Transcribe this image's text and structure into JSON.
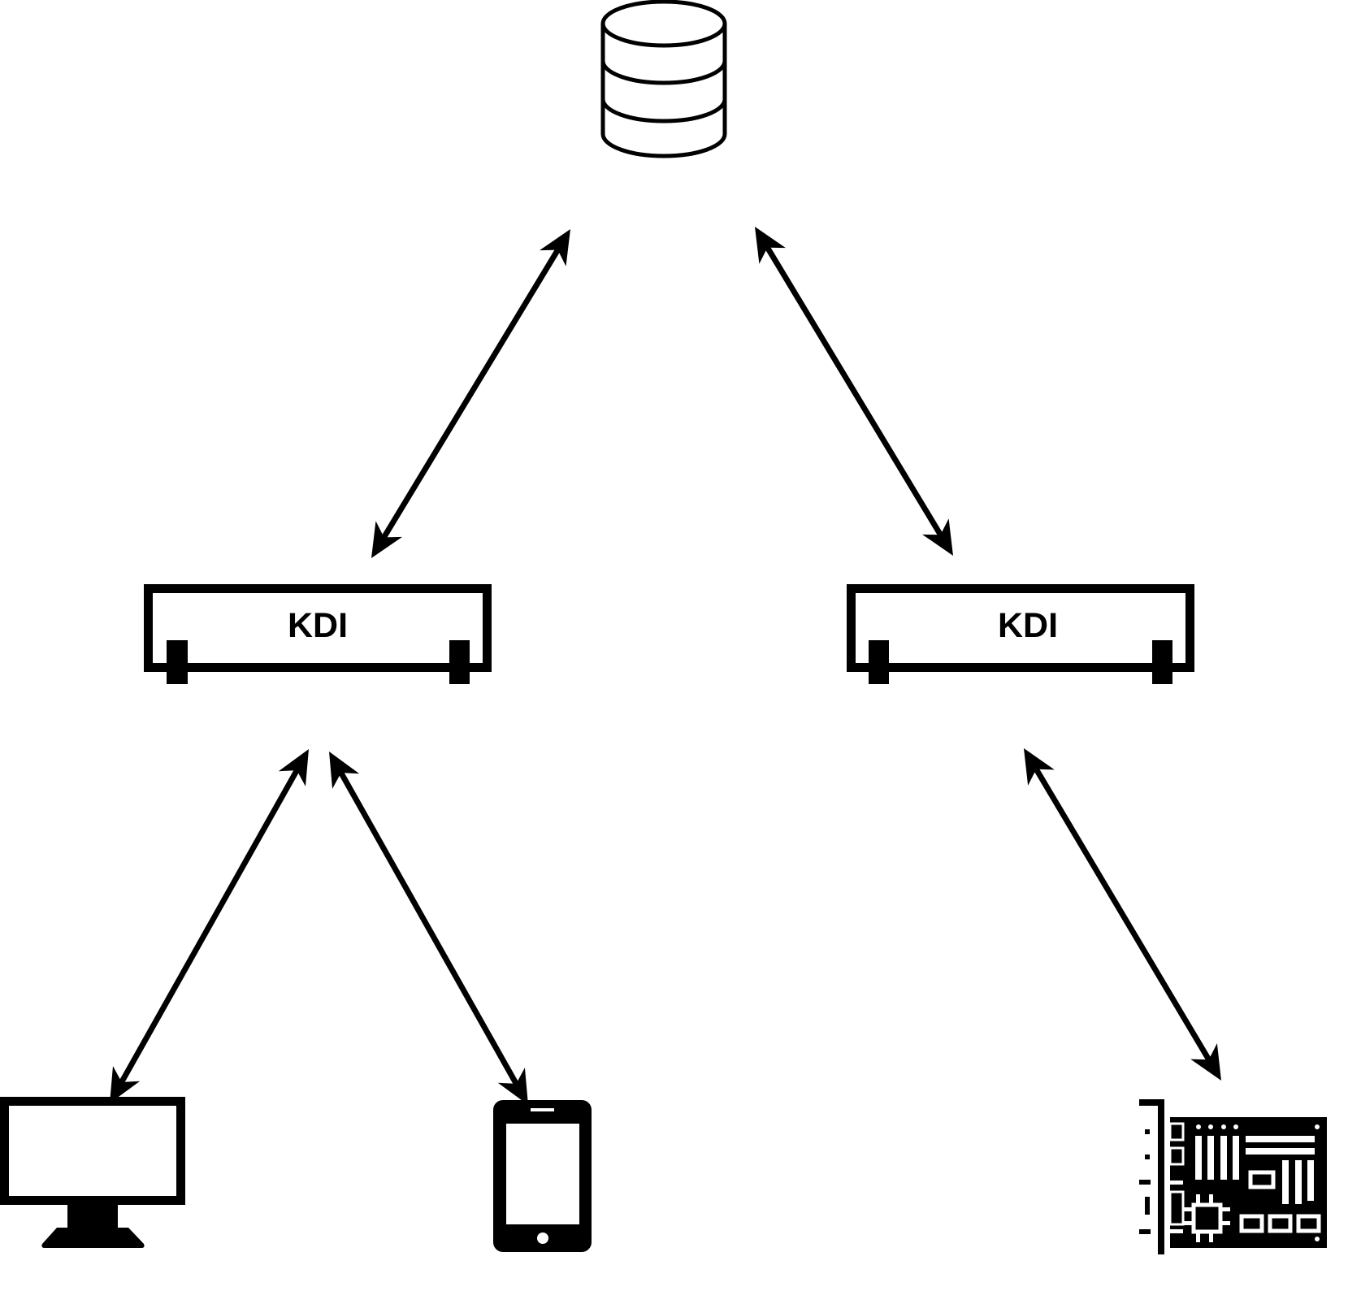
{
  "diagram": {
    "stroke_color": "#000000",
    "background": "#ffffff",
    "nodes": {
      "database": {
        "kind": "database-icon",
        "label": ""
      },
      "kdi_left": {
        "kind": "kdi-module",
        "label": "KDI"
      },
      "kdi_right": {
        "kind": "kdi-module",
        "label": "KDI"
      },
      "desktop": {
        "kind": "monitor-icon",
        "label": ""
      },
      "mobile": {
        "kind": "smartphone-icon",
        "label": ""
      },
      "board": {
        "kind": "motherboard-icon",
        "label": ""
      }
    },
    "edges": [
      {
        "from": "database",
        "to": "kdi_left",
        "direction": "bidirectional"
      },
      {
        "from": "database",
        "to": "kdi_right",
        "direction": "bidirectional"
      },
      {
        "from": "kdi_left",
        "to": "desktop",
        "direction": "bidirectional"
      },
      {
        "from": "kdi_left",
        "to": "mobile",
        "direction": "bidirectional"
      },
      {
        "from": "kdi_right",
        "to": "board",
        "direction": "bidirectional"
      }
    ]
  }
}
